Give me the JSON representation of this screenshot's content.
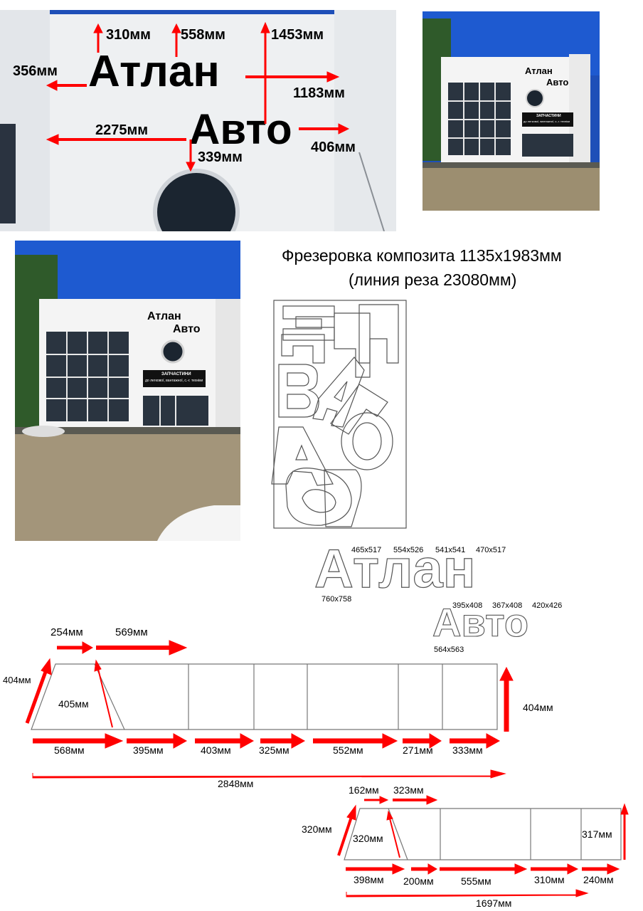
{
  "photo_closeup": {
    "sign_line1": "Атлан",
    "sign_line2": "Авто",
    "dims": {
      "d310": "310мм",
      "d558": "558мм",
      "d1453": "1453мм",
      "d356": "356мм",
      "d1183": "1183мм",
      "d2275": "2275мм",
      "d339": "339мм",
      "d406": "406мм"
    }
  },
  "photo_building_small": {
    "sign_line1": "Атлан",
    "sign_line2": "Авто",
    "banner_title": "ЗАПЧАСТИНИ",
    "banner_sub": "до легкової, вантажної, с.-г. техніки"
  },
  "photo_building_large": {
    "sign_line1": "Атлан",
    "sign_line2": "Авто",
    "banner_title": "ЗАПЧАСТИНИ",
    "banner_sub": "до легкової, вантажної, с.-г. техніки"
  },
  "milling": {
    "title_line1": "Фрезеровка композита 1135х1983мм",
    "title_line2": "(линия реза 23080мм)"
  },
  "letters": {
    "word1": "Атлан",
    "word2": "Авто",
    "w1_sizes": [
      "465x517",
      "554x526",
      "541x541",
      "470x517"
    ],
    "w1_first": "760x758",
    "w2_sizes": [
      "395x408",
      "367x408",
      "420x426"
    ],
    "w2_first": "564x563"
  },
  "box1": {
    "top_left": "254мм",
    "top_right": "569мм",
    "left_side": "404мм",
    "diag": "405мм",
    "right_side": "404мм",
    "segments": [
      "568мм",
      "395мм",
      "403мм",
      "325мм",
      "552мм",
      "271мм",
      "333мм"
    ],
    "total": "2848мм"
  },
  "box2": {
    "top_left": "162мм",
    "top_right": "323мм",
    "left_side": "320мм",
    "diag": "320мм",
    "right_side": "317мм",
    "segments": [
      "398мм",
      "200мм",
      "555мм",
      "310мм",
      "240мм"
    ],
    "total": "1697мм"
  },
  "colors": {
    "arrow": "#ff0000",
    "sky": "#1e4fb8",
    "wall": "#f2f2f2",
    "ground": "#a89a7a",
    "outline": "#555555"
  }
}
